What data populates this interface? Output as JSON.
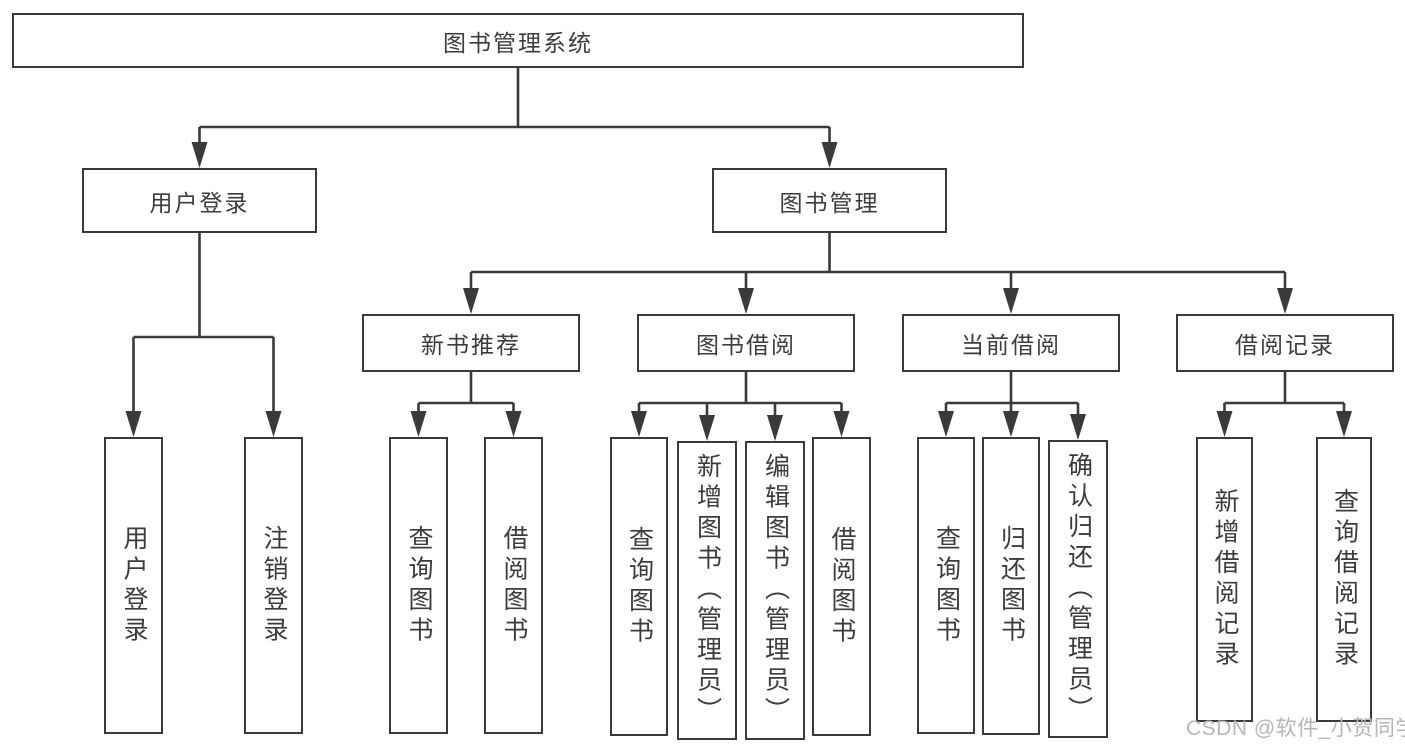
{
  "tree": {
    "root": {
      "label": "图书管理系统"
    },
    "branches": [
      {
        "label": "用户登录",
        "leaves": [
          {
            "label": "用户登录"
          },
          {
            "label": "注销登录"
          }
        ]
      },
      {
        "label": "图书管理",
        "groups": [
          {
            "label": "新书推荐",
            "leaves": [
              {
                "label": "查询图书"
              },
              {
                "label": "借阅图书"
              }
            ]
          },
          {
            "label": "图书借阅",
            "leaves": [
              {
                "label": "查询图书"
              },
              {
                "label": "新增图书（管理员）"
              },
              {
                "label": "编辑图书（管理员）"
              },
              {
                "label": "借阅图书"
              }
            ]
          },
          {
            "label": "当前借阅",
            "leaves": [
              {
                "label": "查询图书"
              },
              {
                "label": "归还图书"
              },
              {
                "label": "确认归还（管理员）"
              }
            ]
          },
          {
            "label": "借阅记录",
            "leaves": [
              {
                "label": "新增借阅记录"
              },
              {
                "label": "查询借阅记录"
              }
            ]
          }
        ]
      }
    ]
  },
  "watermark": {
    "text": "CSDN @软件_小贺同学"
  },
  "colors": {
    "line": "#3a3a3a",
    "text": "#3c3c3c",
    "box_bg": "#ffffff",
    "watermark": "#b6b6b6"
  }
}
